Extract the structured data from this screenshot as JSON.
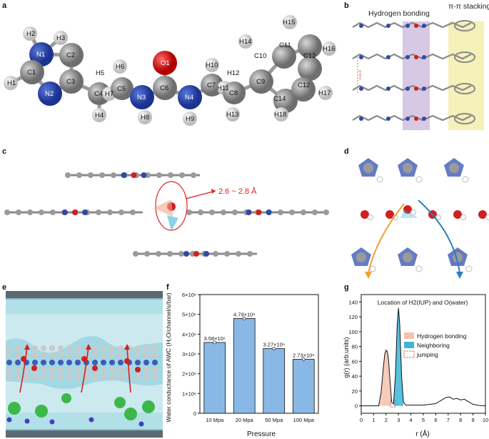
{
  "panel_labels": {
    "a": "a",
    "b": "b",
    "c": "c",
    "d": "d",
    "e": "e",
    "f": "f",
    "g": "g"
  },
  "panel_a": {
    "atoms": [
      "H2",
      "H3",
      "N1",
      "C2",
      "C1",
      "H1",
      "N2",
      "C3",
      "H5",
      "H6",
      "C4",
      "H7",
      "C5",
      "H4",
      "N3",
      "H8",
      "O1",
      "C6",
      "N4",
      "H9",
      "H10",
      "H12",
      "C7",
      "H11",
      "C8",
      "H13",
      "H14",
      "C10",
      "H15",
      "C11",
      "C9",
      "C12",
      "H16",
      "C14",
      "C12",
      "H17",
      "H18"
    ]
  },
  "panel_b": {
    "label_hb": "Hydrogen bonding",
    "label_pipi": "π-π stacking",
    "dist": "0.43 Å"
  },
  "panel_c": {
    "annotation": "2.6 ~ 2.8 Å"
  },
  "panel_f": {
    "ylabel": "Water conductance of AWC (H₂O/channel/s/bar)",
    "xlabel": "Pressure",
    "yticks": [
      "0",
      "1×10⁶",
      "2×10⁶",
      "3×10⁶",
      "4×10⁶",
      "5×10⁶",
      "6×10⁶"
    ],
    "bar_labels": [
      "3.58×10⁶",
      "4.79×10⁶",
      "3.27×10⁶",
      "2.73×10⁶"
    ]
  },
  "panel_g": {
    "title": "Location of H2(IUP) and O(water)",
    "ylabel": "g(r) (arb.units)",
    "xlabel": "r (Å)",
    "legend": [
      {
        "label": "Hydrogen bonding",
        "color": "#f4c2ad"
      },
      {
        "label": "Neighboring",
        "color": "#3bb6d9"
      },
      {
        "label": "jumping",
        "color": "#e04040"
      }
    ],
    "yticks": [
      "0",
      "20",
      "40",
      "60",
      "80",
      "100",
      "120",
      "140"
    ],
    "xticks": [
      "0",
      "1",
      "2",
      "3",
      "4",
      "5",
      "6",
      "7",
      "8",
      "9",
      "10"
    ]
  },
  "chart_data": [
    {
      "type": "bar",
      "categories": [
        "10 Mpa",
        "20 Mpa",
        "50 Mpa",
        "100 Mpa"
      ],
      "values": [
        3580000,
        4790000,
        3270000,
        2730000
      ],
      "xlabel": "Pressure",
      "ylabel": "Water conductance of AWC (H₂O/channel/s/bar)",
      "ylim": [
        0,
        6000000
      ],
      "color": "#8ab8e6"
    },
    {
      "type": "line",
      "title": "Location of H2(IUP) and O(water)",
      "xlabel": "r (Å)",
      "ylabel": "g(r) (arb.units)",
      "xlim": [
        0,
        10
      ],
      "ylim": [
        -10,
        150
      ],
      "series": [
        {
          "name": "g(r)",
          "x": [
            0,
            1.4,
            1.6,
            1.8,
            1.9,
            2.0,
            2.1,
            2.2,
            2.3,
            2.45,
            2.6,
            2.75,
            2.9,
            3.0,
            3.1,
            3.25,
            3.4,
            3.6,
            4.0,
            5.0,
            6.0,
            6.5,
            6.8,
            7.1,
            7.4,
            7.7,
            8.0,
            8.3,
            8.6,
            9.0,
            9.5,
            10
          ],
          "y": [
            0,
            0,
            18,
            55,
            70,
            75,
            73,
            62,
            38,
            5,
            3,
            40,
            110,
            132,
            110,
            40,
            5,
            1,
            1,
            1,
            3,
            8,
            11,
            12,
            9,
            10,
            8,
            9,
            6,
            2,
            0.5,
            0
          ]
        }
      ]
    }
  ]
}
